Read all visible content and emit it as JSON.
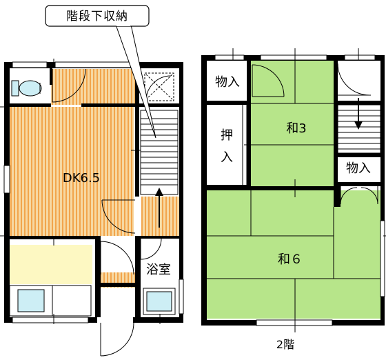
{
  "labels": {
    "storage_under_stairs": "階段下収納",
    "dk": "DK6.5",
    "bath": "浴室",
    "closet_1": "物入",
    "closet_2": "物入",
    "oshiire_top": "押",
    "oshiire_bottom": "入",
    "washitsu_3": "和3",
    "washitsu_6": "和６",
    "floor_2": "2階"
  },
  "colors": {
    "wood_floor_bg": "#f7d8a2",
    "wood_floor_stripe": "#f2a54c",
    "tatami": "#b7e58a",
    "entry_floor": "#fdf8c2",
    "fixture_blue": "#cdeef5",
    "wall": "#000000",
    "stair_fill": "#ffffff"
  },
  "icons": [
    "toilet-icon",
    "sink-icon",
    "bathtub-icon",
    "arrow-down-icon",
    "arrow-up-icon",
    "x-mark-icon"
  ]
}
